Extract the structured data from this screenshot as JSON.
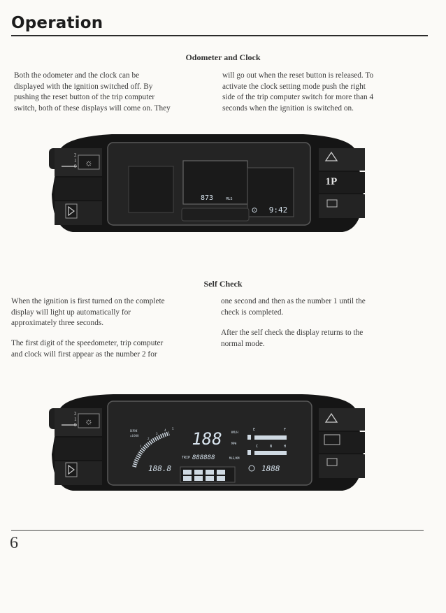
{
  "page": {
    "title": "Operation",
    "page_number": "6"
  },
  "odometer_section": {
    "heading": "Odometer and Clock",
    "left_lines": [
      "Both the odometer and the clock can be",
      "displayed with the ignition switched off. By",
      "pushing the reset button of the trip computer",
      "switch, both of these displays will come on. They"
    ],
    "right_lines": [
      "will go out when the reset button is released. To",
      "activate the clock setting mode push the right",
      "side of the trip computer switch for more than 4",
      "seconds when the ignition is switched on."
    ],
    "figure": {
      "odometer_value": "873",
      "odometer_unit": "MLS",
      "clock_value": "9:42",
      "clock_symbol": "⊙",
      "switch_positions": [
        "2",
        "1",
        "0"
      ]
    }
  },
  "self_check_section": {
    "heading": "Self Check",
    "left_para1": [
      "When the ignition is first turned on the complete",
      "display will light up automatically for",
      "approximately three seconds."
    ],
    "left_para2": [
      "The first digit of the speedometer, trip computer",
      "and clock will first appear as the number 2 for"
    ],
    "right_para1": [
      "one second and then as the number 1 until the",
      "check is completed."
    ],
    "right_para2": [
      "After the self check the display returns to the",
      "normal mode."
    ],
    "figure": {
      "rpm_label": "RPM",
      "rpm_multiplier": "x1000",
      "tacho_ticks": [
        "1",
        "2",
        "3",
        "4",
        "5"
      ],
      "speed_value": "188",
      "speed_unit_top": "KM/H",
      "speed_unit_bottom": "MPH",
      "trip_label": "TRIP",
      "trip_value": "888888",
      "trip_unit": "MLS/KM",
      "small_lcd_value": "188.8",
      "fuel_letters": [
        "E",
        "F"
      ],
      "temp_letters": [
        "C",
        "N",
        "H"
      ],
      "clock_value": "1888",
      "switch_positions": [
        "2",
        "1",
        "0"
      ]
    }
  }
}
